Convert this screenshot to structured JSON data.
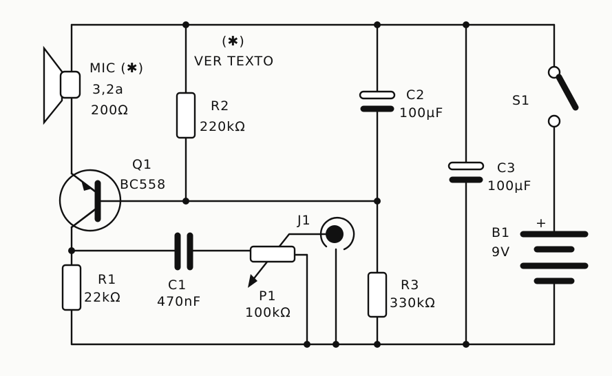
{
  "note": {
    "symbol": "(✱)",
    "text": "VER TEXTO"
  },
  "components": {
    "mic": {
      "name": "MIC (✱)",
      "spec": "3,2a",
      "impedance": "200Ω"
    },
    "r2": {
      "name": "R2",
      "value": "220kΩ"
    },
    "q1": {
      "name": "Q1",
      "part": "BC558"
    },
    "c2": {
      "name": "C2",
      "value": "100µF"
    },
    "c3": {
      "name": "C3",
      "value": "100µF"
    },
    "s1": {
      "name": "S1"
    },
    "b1": {
      "name": "B1",
      "value": "9V",
      "polarity": "+"
    },
    "j1": {
      "name": "J1"
    },
    "r1": {
      "name": "R1",
      "value": "22kΩ"
    },
    "c1": {
      "name": "C1",
      "value": "470nF"
    },
    "p1": {
      "name": "P1",
      "value": "100kΩ"
    },
    "r3": {
      "name": "R3",
      "value": "330kΩ"
    }
  }
}
